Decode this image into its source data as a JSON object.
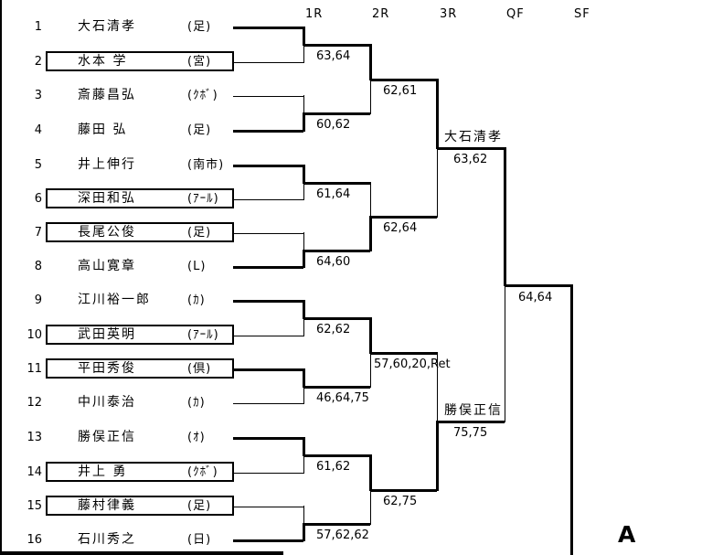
{
  "rounds": [
    "1R",
    "2R",
    "3R",
    "QF",
    "SF"
  ],
  "section_label": "A",
  "colors": {
    "foreground": "#000000",
    "background": "#ffffff"
  },
  "players": [
    {
      "seed": "1",
      "name": "大石清孝",
      "affiliation": "(足)",
      "boxed": false
    },
    {
      "seed": "2",
      "name": "水本 学",
      "affiliation": "(宮)",
      "boxed": true
    },
    {
      "seed": "3",
      "name": "斎藤昌弘",
      "affiliation": "(ｸﾎﾞ)",
      "boxed": false
    },
    {
      "seed": "4",
      "name": "藤田 弘",
      "affiliation": "(足)",
      "boxed": false
    },
    {
      "seed": "5",
      "name": "井上伸行",
      "affiliation": "(南市)",
      "boxed": false
    },
    {
      "seed": "6",
      "name": "深田和弘",
      "affiliation": "(ｱｰﾙ)",
      "boxed": true
    },
    {
      "seed": "7",
      "name": "長尾公俊",
      "affiliation": "(足)",
      "boxed": true
    },
    {
      "seed": "8",
      "name": "高山寛章",
      "affiliation": "(L)",
      "boxed": false
    },
    {
      "seed": "9",
      "name": "江川裕一郎",
      "affiliation": "(ｶ)",
      "boxed": false
    },
    {
      "seed": "10",
      "name": "武田英明",
      "affiliation": "(ｱｰﾙ)",
      "boxed": true
    },
    {
      "seed": "11",
      "name": "平田秀俊",
      "affiliation": "(倶)",
      "boxed": true
    },
    {
      "seed": "12",
      "name": "中川泰治",
      "affiliation": "(ｶ)",
      "boxed": false
    },
    {
      "seed": "13",
      "name": "勝俣正信",
      "affiliation": "(ｵ)",
      "boxed": false
    },
    {
      "seed": "14",
      "name": "井上 勇",
      "affiliation": "(ｸﾎﾞ)",
      "boxed": true
    },
    {
      "seed": "15",
      "name": "藤村律義",
      "affiliation": "(足)",
      "boxed": true
    },
    {
      "seed": "16",
      "name": "石川秀之",
      "affiliation": "(日)",
      "boxed": false
    }
  ],
  "matches": {
    "round1": [
      {
        "score": "63,64",
        "winner": "top"
      },
      {
        "score": "60,62",
        "winner": "bottom"
      },
      {
        "score": "61,64",
        "winner": "top"
      },
      {
        "score": "64,60",
        "winner": "bottom"
      },
      {
        "score": "62,62",
        "winner": "top"
      },
      {
        "score": "46,64,75",
        "winner": "top"
      },
      {
        "score": "61,62",
        "winner": "top"
      },
      {
        "score": "57,62,62",
        "winner": "bottom"
      }
    ],
    "round2": [
      {
        "score": "62,61",
        "winner": "top"
      },
      {
        "score": "62,64",
        "winner": "bottom"
      },
      {
        "score": "57,60,20,Ret",
        "winner": "top"
      },
      {
        "score": "62,75",
        "winner": "top"
      }
    ],
    "round3": [
      {
        "score": "63,62",
        "winner": "top",
        "winner_name": "大石清孝"
      },
      {
        "score": "75,75",
        "winner": "bottom",
        "winner_name": "勝俣正信"
      }
    ],
    "quarterfinal": [
      {
        "score": "64,64",
        "winner": "top"
      }
    ]
  }
}
